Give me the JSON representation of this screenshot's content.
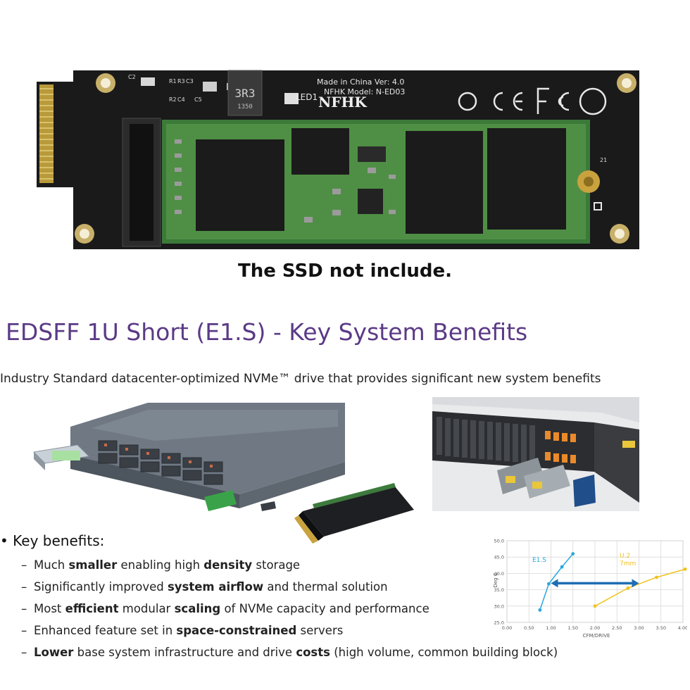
{
  "board": {
    "silk_brand": "NFHK",
    "silk_model": "NFHK Model: N-ED03",
    "silk_made": "Made in China Ver: 4.0",
    "inductor": "3R3",
    "inductor_code": "1350",
    "led_label": "LED1",
    "ref_c2": "C2",
    "ref_r1": "R1",
    "ref_r2": "R2",
    "ref_r3": "R3",
    "ref_c3": "C3",
    "ref_c4": "C4",
    "ref_c5": "C5",
    "ref_21": "21"
  },
  "caption": "The SSD not include.",
  "slide": {
    "title": "EDSFF 1U Short (E1.S) - Key System Benefits",
    "subtitle": "Industry Standard datacenter-optimized NVMe™ drive that provides significant new system benefits",
    "benefits_heading": "• Key benefits:",
    "benefits": [
      {
        "pre": "Much ",
        "b1": "smaller",
        "mid": " enabling high ",
        "b2": "density",
        "post": " storage"
      },
      {
        "pre": "Significantly improved ",
        "b1": "system airflow",
        "mid": " and thermal solution",
        "b2": "",
        "post": ""
      },
      {
        "pre": "Most ",
        "b1": "efficient",
        "mid": " modular ",
        "b2": "scaling",
        "post": " of NVMe capacity and performance"
      },
      {
        "pre": "Enhanced feature set in ",
        "b1": "space-constrained",
        "mid": " servers",
        "b2": "",
        "post": ""
      },
      {
        "pre": "",
        "b1": "Lower",
        "mid": " base system infrastructure and drive ",
        "b2": "costs",
        "post": " (high volume, common building block)"
      }
    ],
    "dash": "–"
  },
  "chart_data": {
    "type": "line",
    "xlabel": "CFM/DRIVE",
    "ylabel": "Deg C",
    "xlim": [
      0.0,
      4.0
    ],
    "ylim": [
      25.0,
      50.0
    ],
    "xticks": [
      "0.00",
      "0.50",
      "1.00",
      "1.50",
      "2.00",
      "2.50",
      "3.00",
      "3.50",
      "4.00"
    ],
    "yticks": [
      "25.0",
      "30.0",
      "35.0",
      "40.0",
      "45.0",
      "50.0"
    ],
    "grid": true,
    "series": [
      {
        "name": "E1.S",
        "color": "#29a8df",
        "x": [
          0.75,
          0.95,
          1.25,
          1.5
        ],
        "y": [
          28.8,
          36.8,
          42.0,
          46.0
        ]
      },
      {
        "name": "U.2 7mm",
        "color": "#f0c21c",
        "x": [
          2.0,
          2.75,
          3.4,
          4.05
        ],
        "y": [
          30.0,
          35.5,
          38.8,
          41.3
        ]
      }
    ],
    "arrow_color": "#1f6db3"
  }
}
